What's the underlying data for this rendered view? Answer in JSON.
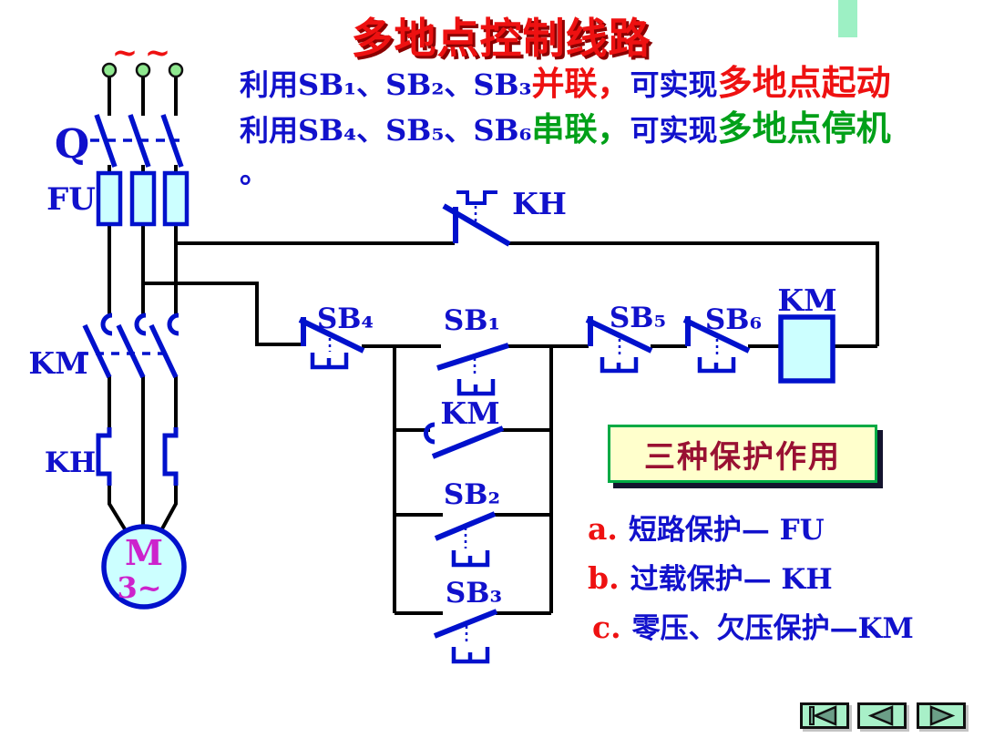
{
  "palette": {
    "title_red": "#ee1111",
    "title_shadow": "#8b0000",
    "text_blue": "#1111cc",
    "text_green": "#00a018",
    "wire_black": "#000000",
    "symbol_blue": "#0011cc",
    "component_fill_cyan": "#ccffff",
    "terminal_green": "#8fe88f",
    "motor_text_magenta": "#cc22cc",
    "protection_box_bg": "#ffffcc",
    "protection_box_border": "#00aa44",
    "protection_title_red": "#991133",
    "nav_button_bg": "#a8f0c8",
    "nav_triangle_green": "#6b9e87"
  },
  "title": "多地点控制线路",
  "intro": {
    "line1": {
      "part1": "利用SB₁、SB₂、SB₃",
      "part2": "并联，",
      "part3": "可实现",
      "part4": "多地点起动"
    },
    "line2": {
      "part1": "利用SB₄、SB₅、SB₆",
      "part2": "串联，",
      "part3": "可实现",
      "part4": "多地点停机"
    },
    "line3": "。"
  },
  "circuit": {
    "ac_symbol": "~",
    "labels": {
      "q": "Q",
      "fu": "FU",
      "km_main": "KM",
      "kh_main": "KH",
      "motor_m": "M",
      "motor_phase": "3~",
      "kh_control": "KH",
      "sb4": "SB₄",
      "sb1": "SB₁",
      "km_aux": "KM",
      "sb2": "SB₂",
      "sb3": "SB₃",
      "sb5": "SB₅",
      "sb6": "SB₆",
      "km_coil": "KM"
    }
  },
  "protection": {
    "box_title": "三种保护作用",
    "items": [
      {
        "marker": "a.",
        "text": "短路保护— FU"
      },
      {
        "marker": "b.",
        "text": "过载保护— KH"
      },
      {
        "marker": "c.",
        "text": "零压、欠压保护—KM"
      }
    ]
  },
  "nav": {
    "first_icon": "go-to-first",
    "prev_icon": "previous-slide",
    "next_icon": "next-slide"
  }
}
